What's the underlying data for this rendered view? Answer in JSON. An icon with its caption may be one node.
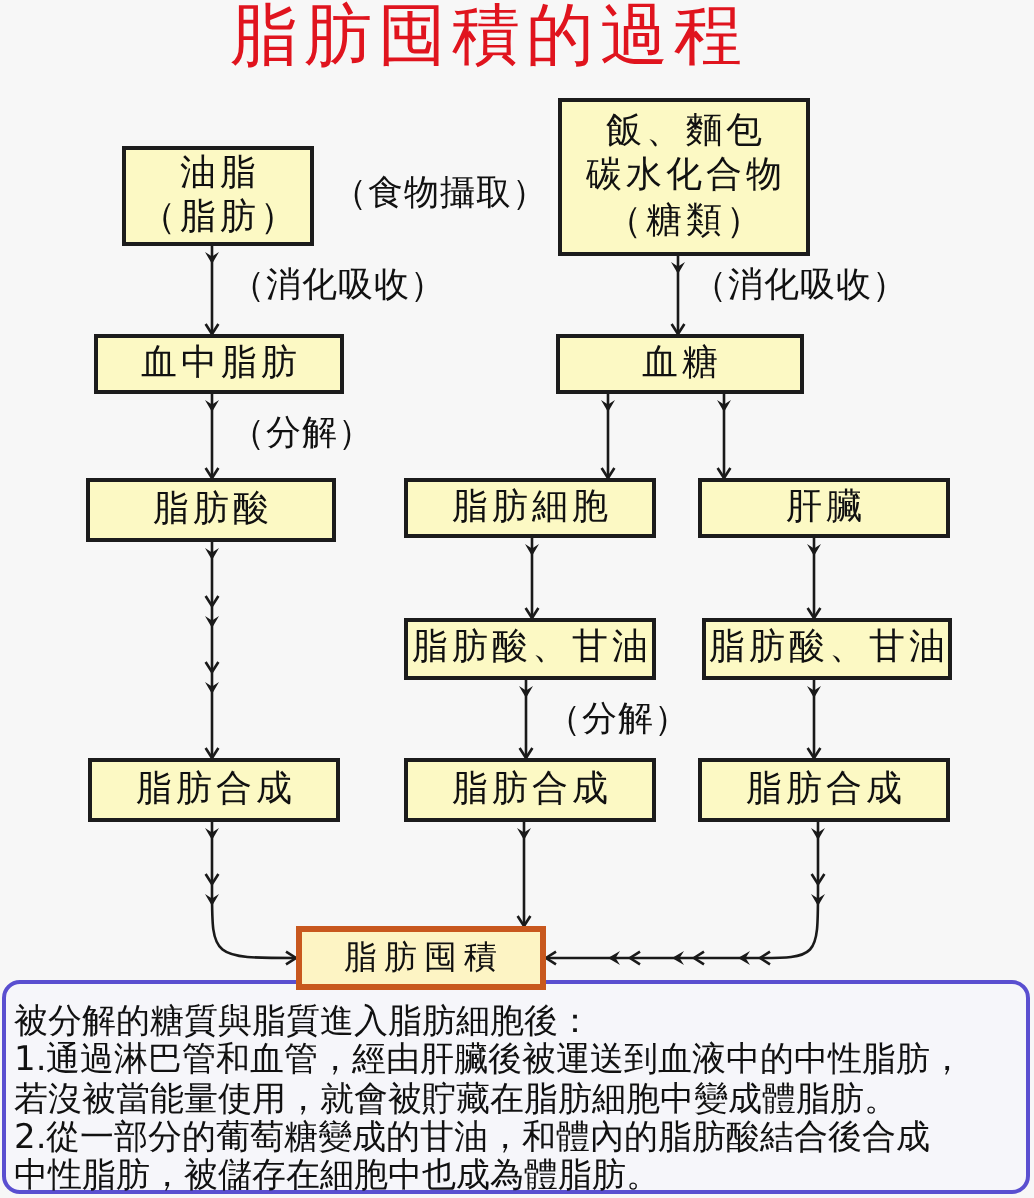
{
  "diagram": {
    "title": "脂肪囤積的過程",
    "nodes": [
      {
        "text": [
          "油脂（脂肪）"
        ]
      },
      {
        "text": [
          "飯、麵包碳水化合物（糖類）"
        ]
      },
      {
        "text": [
          "血中脂肪"
        ]
      },
      {
        "text": [
          "血糖"
        ]
      },
      {
        "text": [
          "脂肪酸"
        ]
      },
      {
        "text": [
          "脂肪細胞"
        ]
      },
      {
        "text": [
          "肝臟"
        ]
      },
      {
        "text": [
          "脂肪酸、甘油"
        ]
      },
      {
        "text": [
          "脂肪酸、甘油"
        ]
      },
      {
        "text": [
          "脂肪合成"
        ]
      },
      {
        "text": [
          "脂肪合成"
        ]
      },
      {
        "text": [
          "脂肪合成"
        ]
      },
      {
        "text": [
          "脂肪囤積"
        ]
      },
      {
        "text": [
          "被分解的糖質與脂質進入脂肪細胞後：",
          "1.通過淋巴管和血管，經由肝臟後被運送到血液中的中性脂肪，若沒被當能量使用，就會被貯藏在脂肪細胞中變成體脂肪。",
          "2.從一部分的葡萄糖變成的甘油，和體內的脂肪酸結合後合成中性脂肪，被儲存在細胞中也成為體脂肪。"
        ]
      }
    ],
    "edges": [
      {
        "from": 0,
        "to": 2,
        "arrow": "to",
        "label": "（消化吸收）"
      },
      {
        "from": 1,
        "to": 3,
        "arrow": "to",
        "label": "（消化吸收）"
      },
      {
        "from": 2,
        "to": 4,
        "arrow": "to",
        "label": "（分解）"
      },
      {
        "from": 3,
        "to": 5,
        "arrow": "to"
      },
      {
        "from": 3,
        "to": 6,
        "arrow": "to"
      },
      {
        "from": 4,
        "to": 9,
        "arrow": "to"
      },
      {
        "from": 5,
        "to": 7,
        "arrow": "to"
      },
      {
        "from": 6,
        "to": 8,
        "arrow": "to"
      },
      {
        "from": 7,
        "to": 10,
        "arrow": "to",
        "label": "（分解）"
      },
      {
        "from": 8,
        "to": 11,
        "arrow": "to"
      },
      {
        "from": 9,
        "to": 12,
        "arrow": "to"
      },
      {
        "from": 10,
        "to": 12,
        "arrow": "to"
      },
      {
        "from": 11,
        "to": 12,
        "arrow": "to"
      }
    ],
    "labels": [
      "（食物攝取）"
    ]
  }
}
